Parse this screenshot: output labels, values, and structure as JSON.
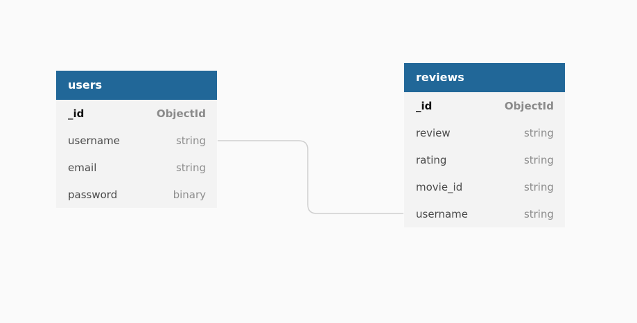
{
  "users": {
    "title": "users",
    "fields": [
      {
        "name": "_id",
        "type": "ObjectId"
      },
      {
        "name": "username",
        "type": "string"
      },
      {
        "name": "email",
        "type": "string"
      },
      {
        "name": "password",
        "type": "binary"
      }
    ]
  },
  "reviews": {
    "title": "reviews",
    "fields": [
      {
        "name": "_id",
        "type": "ObjectId"
      },
      {
        "name": "review",
        "type": "string"
      },
      {
        "name": "rating",
        "type": "string"
      },
      {
        "name": "movie_id",
        "type": "string"
      },
      {
        "name": "username",
        "type": "string"
      }
    ]
  },
  "colors": {
    "header": "#216798",
    "body": "#f3f3f3",
    "background": "#fafafa",
    "connector": "#cfcfcf"
  }
}
